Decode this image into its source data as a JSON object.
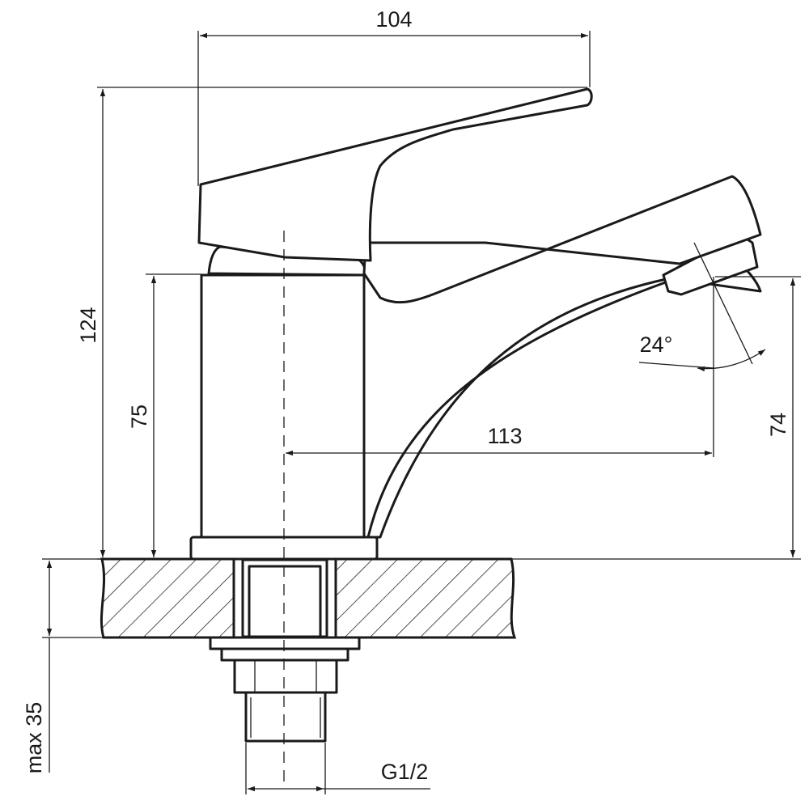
{
  "drawing": {
    "dimensions": {
      "overall_width": "104",
      "overall_height": "124",
      "body_height": "75",
      "spout_reach": "113",
      "spout_height": "74",
      "spout_angle": "24°",
      "max_counter_thickness": "max 35",
      "thread": "G1/2"
    },
    "colors": {
      "line": "#1a1a1a",
      "background": "#ffffff"
    }
  }
}
